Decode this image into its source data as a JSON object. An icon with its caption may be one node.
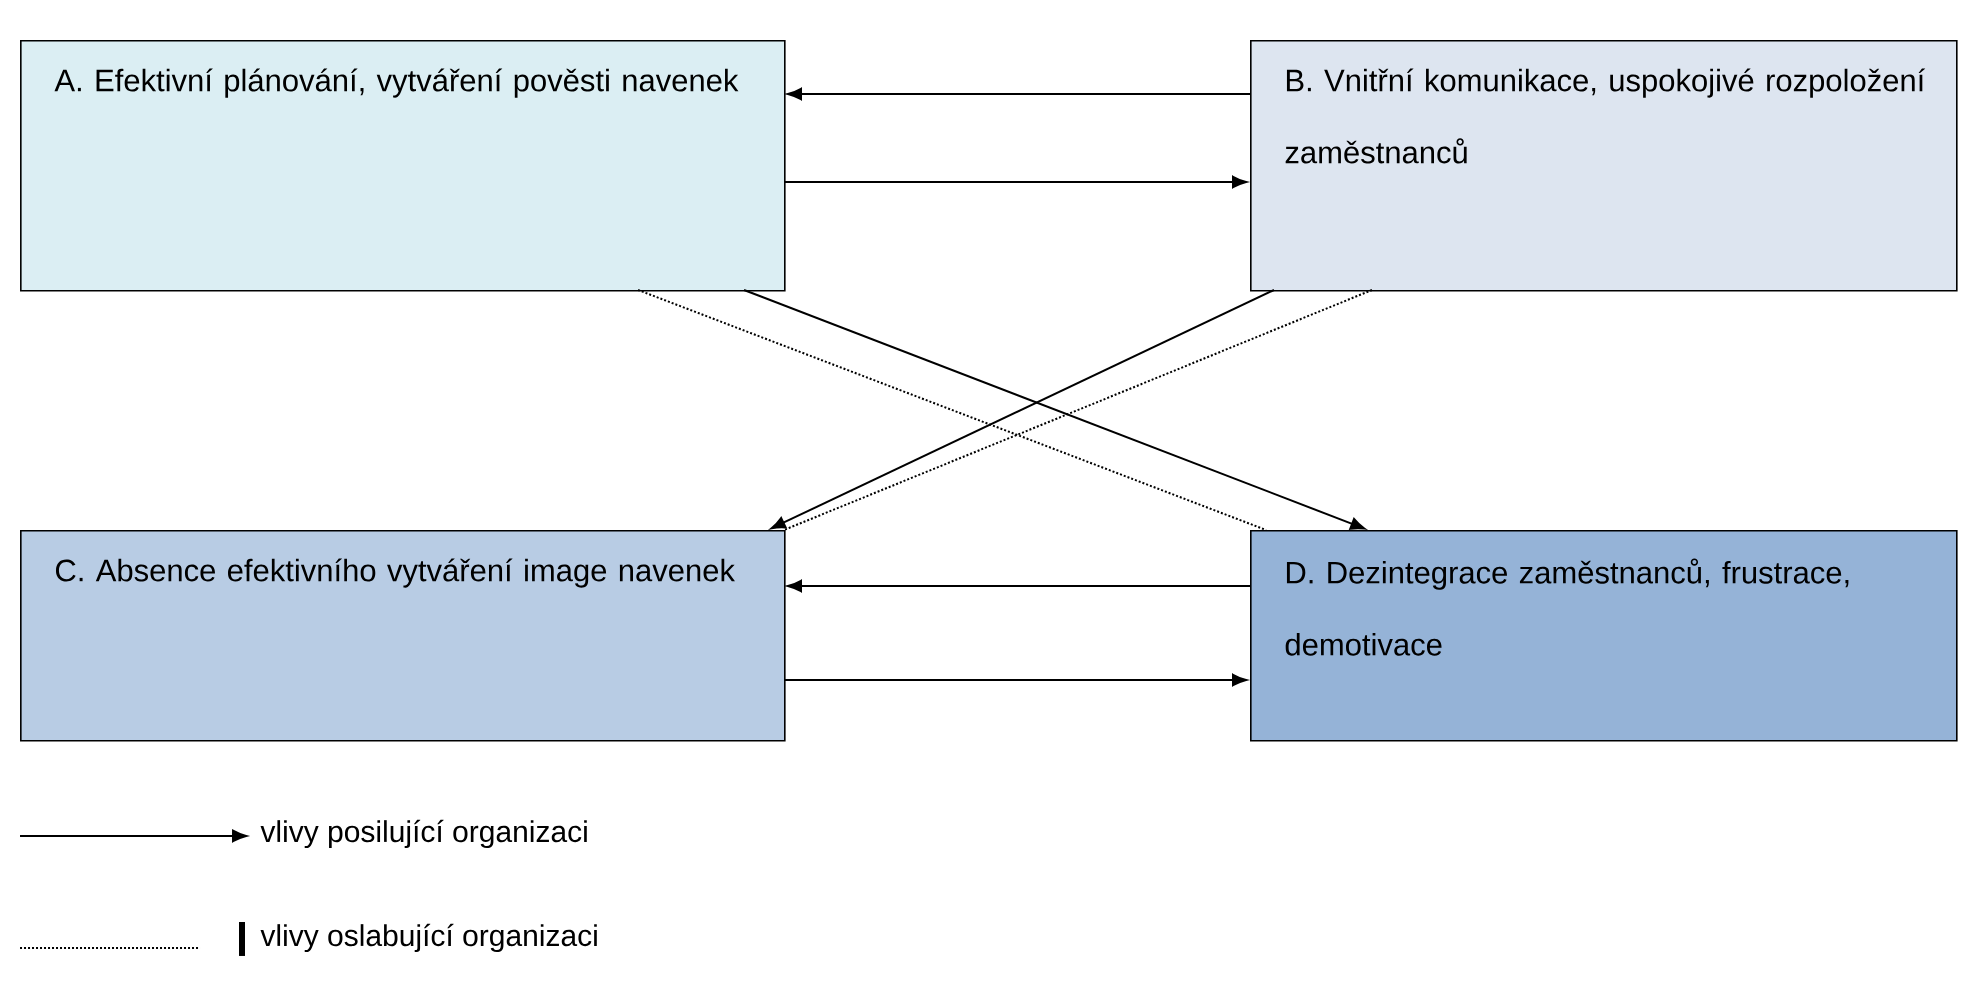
{
  "diagram": {
    "nodes": [
      {
        "text": [
          "A. Efektivní plánování, vytváření pověsti navenek"
        ]
      },
      {
        "text": [
          "B. Vnitřní komunikace, uspokojivé rozpoložení zaměstnanců"
        ]
      },
      {
        "text": [
          "C. Absence efektivního vytváření image navenek"
        ]
      },
      {
        "text": [
          "D. Dezintegrace zaměstnanců, frustrace, demotivace"
        ]
      }
    ],
    "edges": [
      {
        "from": 1,
        "to": 0,
        "arrow": "to"
      },
      {
        "from": 0,
        "to": 1,
        "arrow": "to"
      },
      {
        "from": 0,
        "to": 3,
        "arrow": "to"
      },
      {
        "from": 1,
        "to": 2,
        "arrow": "to"
      },
      {
        "from": 0,
        "to": 3,
        "arrow": "none",
        "style": "dashed"
      },
      {
        "from": 1,
        "to": 2,
        "arrow": "none",
        "style": "dashed"
      },
      {
        "from": 3,
        "to": 2,
        "arrow": "to"
      },
      {
        "from": 2,
        "to": 3,
        "arrow": "to"
      }
    ],
    "legend": [
      {
        "text": "vlivy posilující organizaci"
      },
      {
        "text": "vlivy oslabující organizaci"
      }
    ]
  }
}
